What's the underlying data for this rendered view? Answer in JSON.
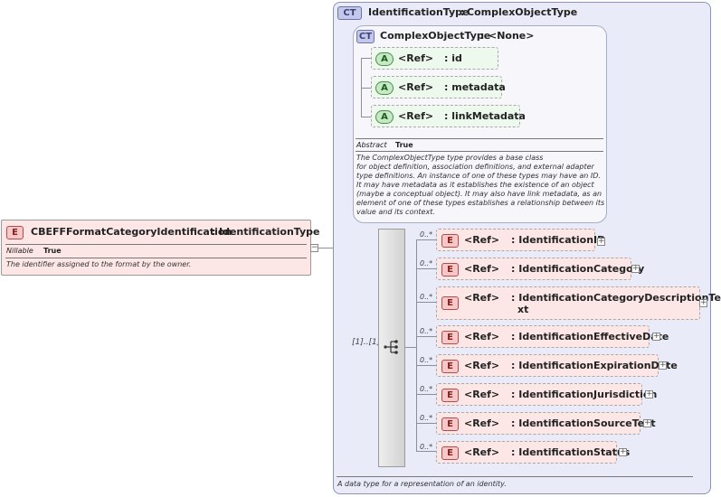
{
  "root_element": {
    "badge": "E",
    "name": "CBEFFFormatCategoryIdentification",
    "type_sep": ":",
    "type": "IdentificationType",
    "prop_label": "Nillable",
    "prop_value": "True",
    "doc": "The identifier assigned to the format by the owner."
  },
  "complex_type": {
    "badge": "CT",
    "name": "IdentificationType",
    "type_sep": ":",
    "base": "ComplexObjectType",
    "doc": "A data type for a representation of an identity."
  },
  "base_type": {
    "badge": "CT",
    "name": "ComplexObjectType",
    "type_sep": ":",
    "base": "<None>",
    "attributes": [
      {
        "badge": "A",
        "ref": "<Ref>",
        "name": ": id"
      },
      {
        "badge": "A",
        "ref": "<Ref>",
        "name": ": metadata"
      },
      {
        "badge": "A",
        "ref": "<Ref>",
        "name": ": linkMetadata"
      }
    ],
    "abstract_label": "Abstract",
    "abstract_value": "True",
    "doc_lines": [
      "The ComplexObjectType type provides a base class",
      "for object definition, association definitions, and external adapter",
      "type definitions. An instance of one of these types may have an ID.",
      "It may have metadata as it establishes the existence of an object",
      "(maybe a conceptual object). It may also have link metadata, as an",
      "element of one of these types establishes a relationship between its",
      "value and its context."
    ]
  },
  "sequence": {
    "cardinality": "[1]..[1]",
    "elements": [
      {
        "card": "0..*",
        "badge": "E",
        "ref": "<Ref>",
        "name": ": IdentificationID"
      },
      {
        "card": "0..*",
        "badge": "E",
        "ref": "<Ref>",
        "name": ": IdentificationCategory"
      },
      {
        "card": "0..*",
        "badge": "E",
        "ref": "<Ref>",
        "name": ": IdentificationCategoryDescriptionTe",
        "name2": "xt"
      },
      {
        "card": "0..*",
        "badge": "E",
        "ref": "<Ref>",
        "name": ": IdentificationEffectiveDate"
      },
      {
        "card": "0..*",
        "badge": "E",
        "ref": "<Ref>",
        "name": ": IdentificationExpirationDate"
      },
      {
        "card": "0..*",
        "badge": "E",
        "ref": "<Ref>",
        "name": ": IdentificationJurisdiction"
      },
      {
        "card": "0..*",
        "badge": "E",
        "ref": "<Ref>",
        "name": ": IdentificationSourceText"
      },
      {
        "card": "0..*",
        "badge": "E",
        "ref": "<Ref>",
        "name": ": IdentificationStatus"
      }
    ]
  }
}
